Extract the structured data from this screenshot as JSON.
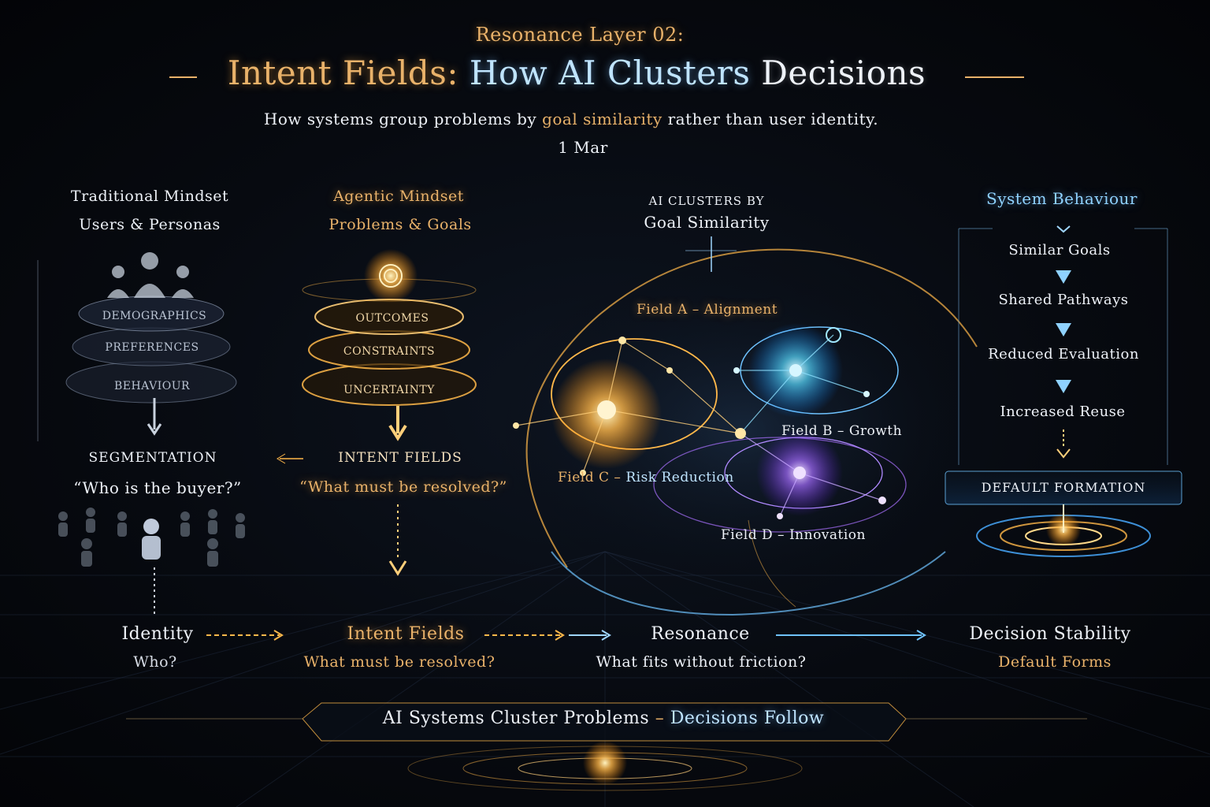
{
  "header": {
    "kicker": "Resonance Layer 02:",
    "title_part1": "Intent Fields:",
    "title_part2": "How AI Clusters",
    "title_part3": "Decisions",
    "subtitle_pre": "How systems group problems by",
    "subtitle_highlight": "goal similarity",
    "subtitle_post": "rather than user identity.",
    "date": "1 Mar"
  },
  "traditional": {
    "heading": "Traditional Mindset",
    "subheading": "Users & Personas",
    "layers": [
      "DEMOGRAPHICS",
      "PREFERENCES",
      "BEHAVIOUR"
    ],
    "result": "SEGMENTATION",
    "question": "“Who is the buyer?”"
  },
  "agentic": {
    "heading": "Agentic Mindset",
    "subheading": "Problems & Goals",
    "layers": [
      "OUTCOMES",
      "CONSTRAINTS",
      "UNCERTAINTY"
    ],
    "result": "INTENT FIELDS",
    "question": "“What must be resolved?”"
  },
  "clusters": {
    "heading_top": "AI CLUSTERS BY",
    "heading_main": "Goal Similarity",
    "field_a": "Field A – Alignment",
    "field_b": "Field B – Growth",
    "field_c_part1": "Field C –",
    "field_c_part2": "Risk Reduction",
    "field_d": "Field D – Innovation"
  },
  "system": {
    "heading": "System Behaviour",
    "steps": [
      "Similar Goals",
      "Shared Pathways",
      "Reduced Evaluation",
      "Increased Reuse"
    ],
    "result": "DEFAULT FORMATION"
  },
  "flow": [
    {
      "title": "Identity",
      "sub": "Who?"
    },
    {
      "title": "Intent Fields",
      "sub": "What must be resolved?"
    },
    {
      "title": "Resonance",
      "sub": "What fits without friction?"
    },
    {
      "title": "Decision Stability",
      "sub": "Default Forms"
    }
  ],
  "footer": {
    "part1": "AI Systems Cluster Problems",
    "dash": "–",
    "part2": "Decisions Follow"
  },
  "colors": {
    "gold": "#e9b26a",
    "blue": "#6fc3ff",
    "purple": "#a970ff",
    "cyan": "#49e0e0"
  }
}
